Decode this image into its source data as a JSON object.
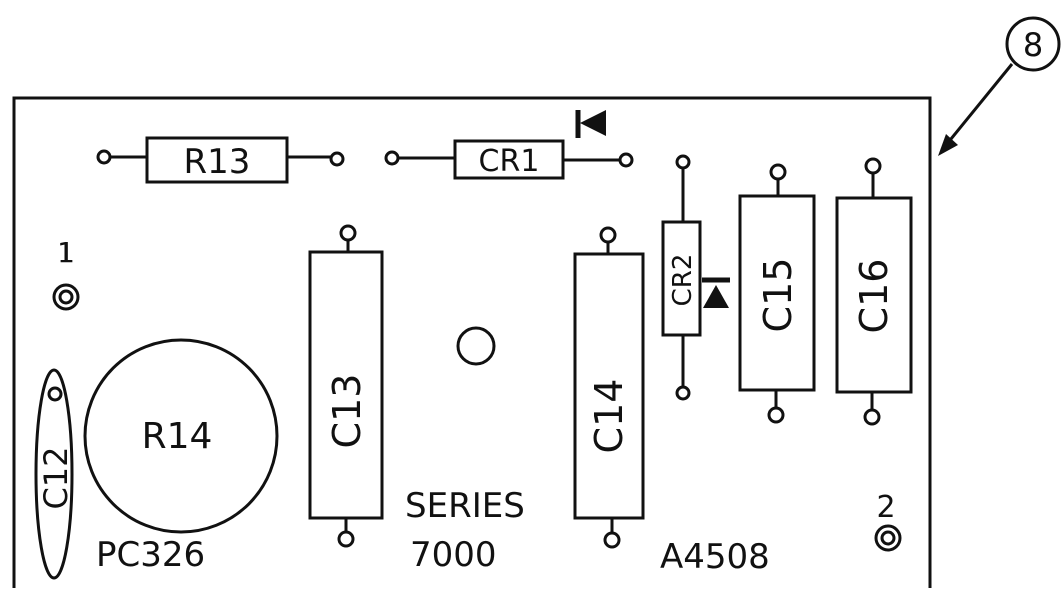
{
  "callout": {
    "label": "8"
  },
  "board": {
    "part_number": "PC326",
    "series_line1": "SERIES",
    "series_line2": "7000",
    "assembly_number": "A4508",
    "terminal_1_label": "1",
    "terminal_2_label": "2"
  },
  "components": {
    "r13": "R13",
    "cr1": "CR1",
    "cr2": "CR2",
    "c12": "C12",
    "r14": "R14",
    "c13": "C13",
    "c14": "C14",
    "c15": "C15",
    "c16": "C16"
  },
  "colors": {
    "ink": "#111111",
    "paper": "#ffffff"
  }
}
